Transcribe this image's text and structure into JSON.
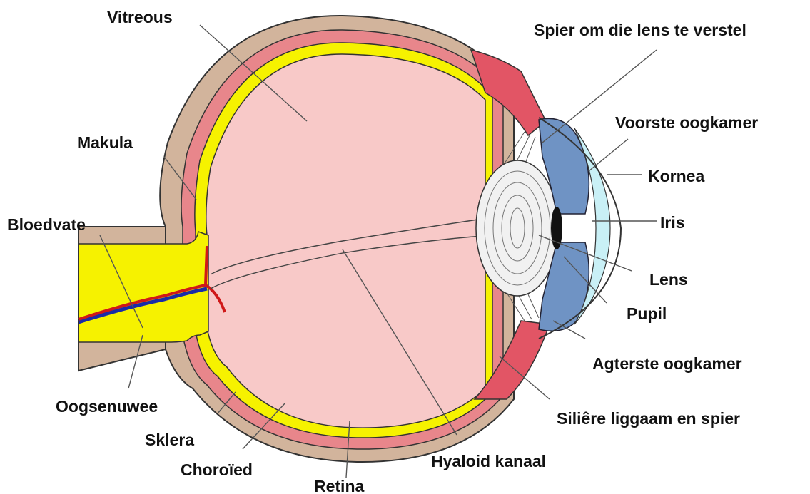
{
  "labels": {
    "vitreous": "Vitreous",
    "ciliary_muscle": "Spier om die lens te verstel",
    "anterior_chamber": "Voorste oogkamer",
    "cornea": "Kornea",
    "iris": "Iris",
    "lens": "Lens",
    "pupil": "Pupil",
    "posterior_chamber": "Agterste oogkamer",
    "ciliary_body": "Siliêre liggaam en spier",
    "macula": "Makula",
    "blood_vessels": "Bloedvate",
    "optic_nerve": "Oogsenuwee",
    "sclera": "Sklera",
    "choroid": "Choroïed",
    "retina": "Retina",
    "hyaloid_canal": "Hyaloid kanaal"
  },
  "colors": {
    "sclera": "#d2b49c",
    "choroid": "#e8868b",
    "retina": "#f6f200",
    "vitreous": "#f8c9c8",
    "iris": "#6f93c4",
    "anterior_chamber": "#c9f0f6",
    "lens": "#f1f1f1",
    "blood_vessel_red": "#d01818",
    "blood_vessel_blue": "#1a2ca8"
  }
}
